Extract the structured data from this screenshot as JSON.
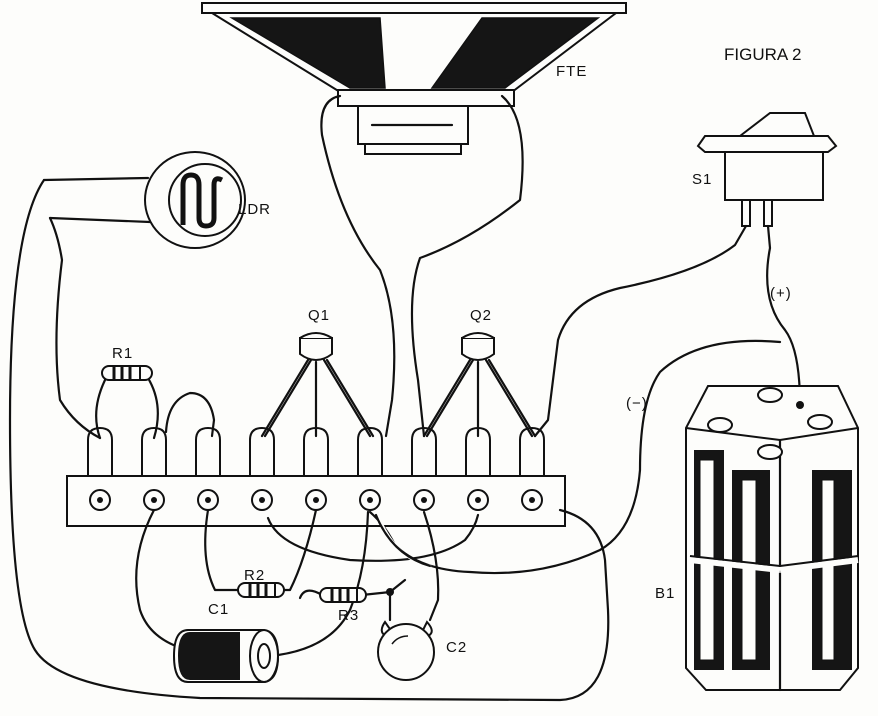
{
  "figure_title": "FIGURA 2",
  "labels": {
    "speaker": "FTE",
    "switch": "S1",
    "ldr": "LDR",
    "q1": "Q1",
    "q2": "Q2",
    "r1": "R1",
    "r2": "R2",
    "r3": "R3",
    "c1": "C1",
    "c2": "C2",
    "battery": "B1",
    "negative": "(−)",
    "positive": "(+)"
  },
  "terminal_strip": {
    "terminal_count": 9
  }
}
